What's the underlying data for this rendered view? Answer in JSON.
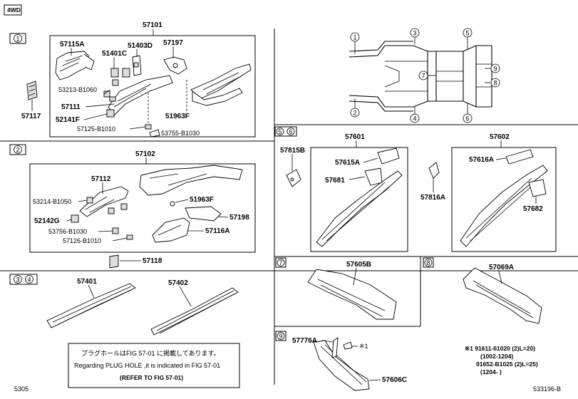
{
  "tag_4wd": "4WD",
  "figure_code": "533196-B",
  "page_no": "5305",
  "section_marks": {
    "s1": "1",
    "s2": "2",
    "s3": "3",
    "s4": "4",
    "s5": "5",
    "s6": "6",
    "s7": "7",
    "s8": "8",
    "s9": "9"
  },
  "parts": {
    "p57101": "57101",
    "p57115A": "57115A",
    "p51401C": "51401C",
    "p51403D": "51403D",
    "p57197": "57197",
    "p53213": "53213-B1060",
    "p57111": "57111",
    "p52141F": "52141F",
    "p57125": "57125-B1010",
    "p53755": "53755-B1030",
    "p51963F_1": "51963F",
    "p57117": "57117",
    "p57102": "57102",
    "p57112": "57112",
    "p53214": "53214-B1050",
    "p51963F_2": "51963F",
    "p52142G": "52142G",
    "p57198": "57198",
    "p53756": "53756-B1030",
    "p57116A": "57116A",
    "p57126": "57126-B1010",
    "p57118": "57118",
    "p57401": "57401",
    "p57402": "57402",
    "p57601": "57601",
    "p57815B": "57815B",
    "p57615A": "57615A",
    "p57681": "57681",
    "p57816A": "57816A",
    "p57602": "57602",
    "p57616A": "57616A",
    "p57682": "57682",
    "p57605B": "57605B",
    "p57069A": "57069A",
    "p57776A": "57776A",
    "p_star1": "※1",
    "p57606C": "57606C"
  },
  "frame_callouts": [
    "1",
    "2",
    "3",
    "4",
    "5",
    "6",
    "7",
    "8",
    "9"
  ],
  "note": {
    "jp": "プラグホールはFIG 57-01 に掲載してあります。",
    "en": "Regarding PLUG HOLE ,it is indicated in FIG 57-01",
    "ref": "(REFER TO FIG 57-01)"
  },
  "footnote": {
    "l1": "※1  91611-61020 (2)L=20)",
    "l2": "(1002-1204)",
    "l3": "91652-B1025 (2)L=25)",
    "l4": "(1204-      )"
  }
}
